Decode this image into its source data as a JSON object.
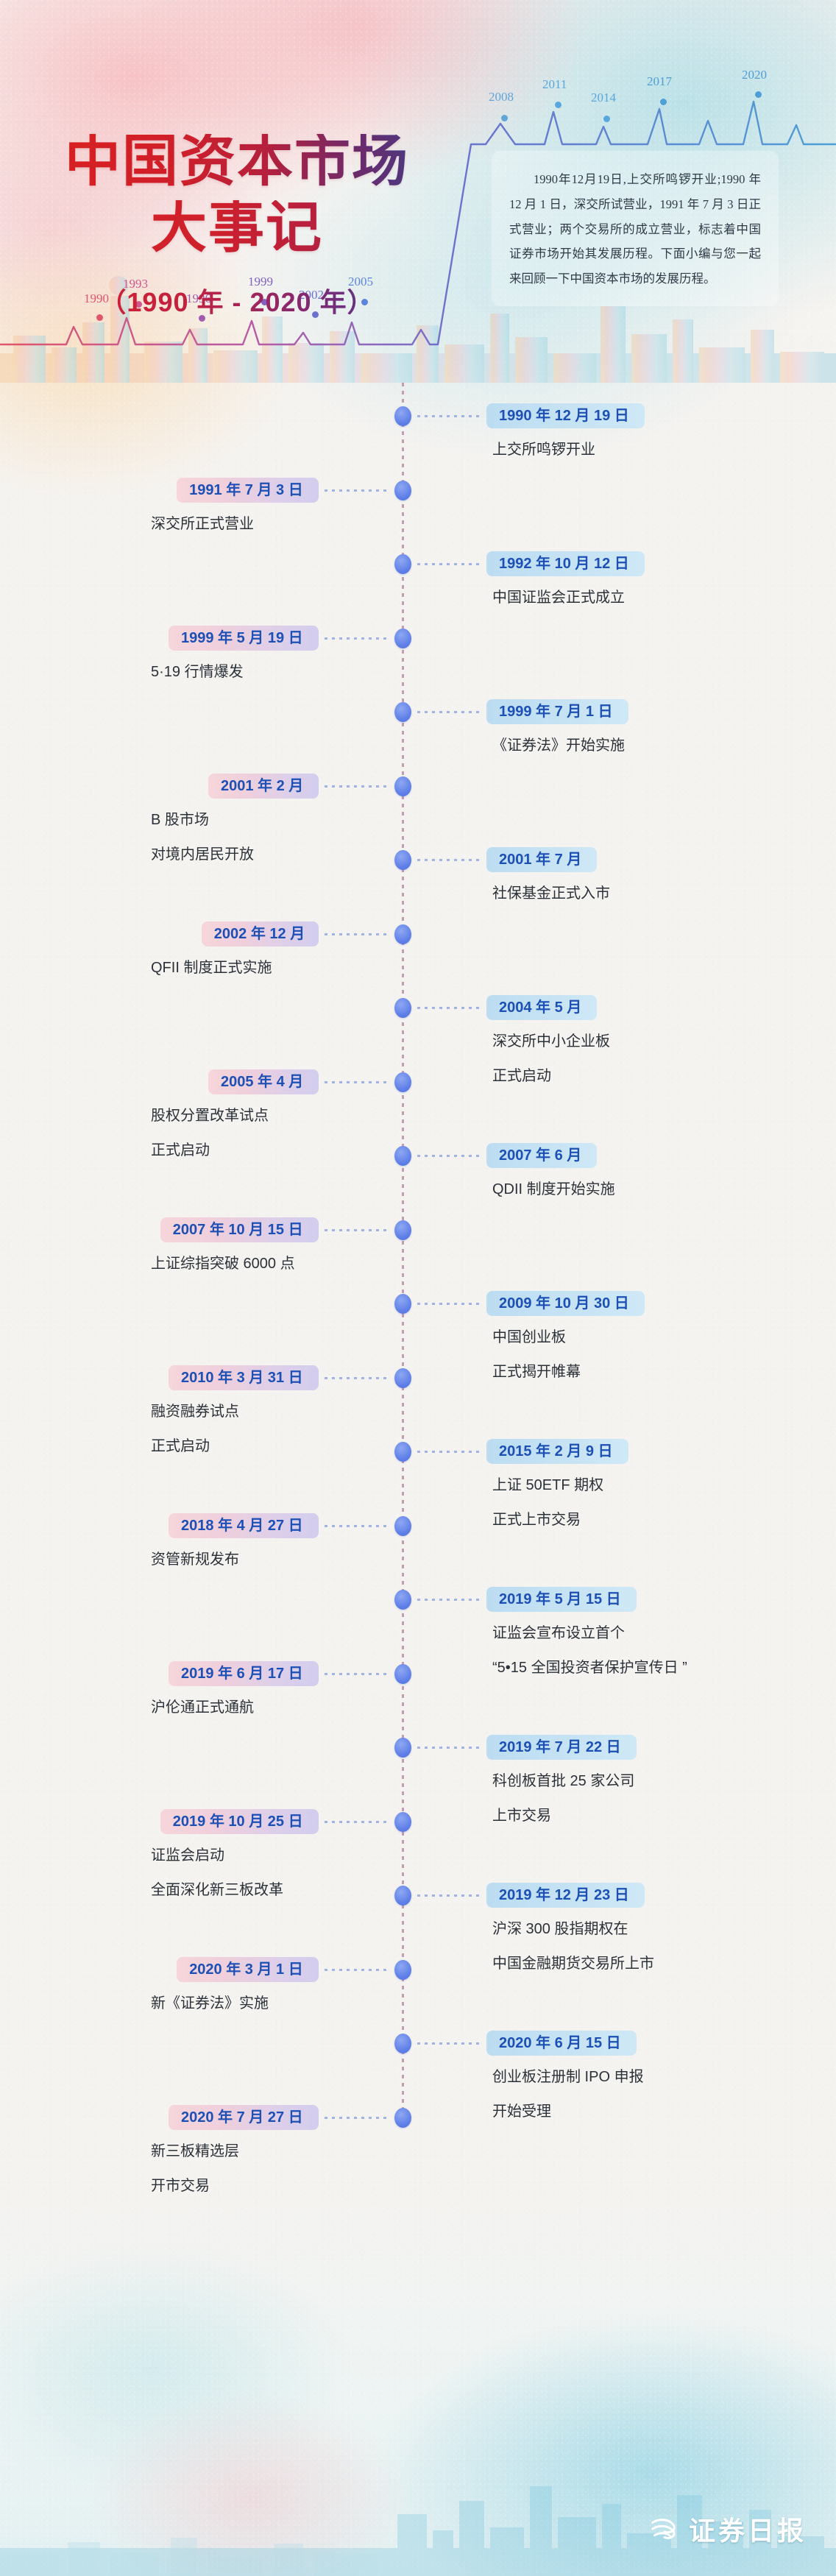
{
  "header": {
    "title_line1": "中国资本市场",
    "title_line2": "大事记",
    "title_range": "（1990 年 - 2020 年）",
    "intro_text": "1990年12月19日,上交所鸣锣开业;1990 年 12 月 1 日，深交所试营业，1991 年 7 月 3 日正式营业；两个交易所的成立营业，标志着中国证券市场开始其发展历程。下面小编与您一起来回顾一下中国资本市场的发展历程。",
    "year_marks": [
      {
        "year": "1990",
        "color": "#e0566b"
      },
      {
        "year": "1993",
        "color": "#d2568f"
      },
      {
        "year": "1996",
        "color": "#a25bb0"
      },
      {
        "year": "1999",
        "color": "#8162c0"
      },
      {
        "year": "2002",
        "color": "#6b72cf"
      },
      {
        "year": "2005",
        "color": "#5b84dd"
      },
      {
        "year": "2008",
        "color": "#5fa5d8"
      },
      {
        "year": "2011",
        "color": "#58a8dd"
      },
      {
        "year": "2014",
        "color": "#58a8dd"
      },
      {
        "year": "2017",
        "color": "#4e9fd6"
      },
      {
        "year": "2020",
        "color": "#4e9fd6"
      }
    ]
  },
  "timeline": {
    "events": [
      {
        "side": "right",
        "date": "1990 年 12 月 19 日",
        "lines": [
          "上交所鸣锣开业"
        ]
      },
      {
        "side": "left",
        "date": "1991 年 7 月 3 日",
        "lines": [
          "深交所正式营业"
        ]
      },
      {
        "side": "right",
        "date": "1992 年 10 月 12 日",
        "lines": [
          "中国证监会正式成立"
        ]
      },
      {
        "side": "left",
        "date": "1999 年 5 月 19 日",
        "lines": [
          "5·19 行情爆发"
        ]
      },
      {
        "side": "right",
        "date": "1999 年 7 月 1 日",
        "lines": [
          "《证券法》开始实施"
        ]
      },
      {
        "side": "left",
        "date": "2001 年 2 月",
        "lines": [
          "B 股市场",
          "对境内居民开放"
        ]
      },
      {
        "side": "right",
        "date": "2001 年 7 月",
        "lines": [
          "社保基金正式入市"
        ]
      },
      {
        "side": "left",
        "date": "2002 年 12 月",
        "lines": [
          "QFII 制度正式实施"
        ]
      },
      {
        "side": "right",
        "date": "2004 年 5 月",
        "lines": [
          "深交所中小企业板",
          "正式启动"
        ]
      },
      {
        "side": "left",
        "date": "2005 年 4 月",
        "lines": [
          "股权分置改革试点",
          "正式启动"
        ]
      },
      {
        "side": "right",
        "date": "2007 年 6 月",
        "lines": [
          "QDII 制度开始实施"
        ]
      },
      {
        "side": "left",
        "date": "2007 年 10 月 15 日",
        "lines": [
          "上证综指突破 6000 点"
        ]
      },
      {
        "side": "right",
        "date": "2009 年 10 月 30 日",
        "lines": [
          "中国创业板",
          "正式揭开帷幕"
        ]
      },
      {
        "side": "left",
        "date": "2010 年 3 月 31 日",
        "lines": [
          "融资融券试点",
          "正式启动"
        ]
      },
      {
        "side": "right",
        "date": "2015 年 2 月 9 日",
        "lines": [
          "上证 50ETF 期权",
          "正式上市交易"
        ]
      },
      {
        "side": "left",
        "date": "2018 年 4 月 27 日",
        "lines": [
          "资管新规发布"
        ]
      },
      {
        "side": "right",
        "date": "2019 年 5 月 15 日",
        "lines": [
          "证监会宣布设立首个",
          "“5•15 全国投资者保护宣传日 ”"
        ]
      },
      {
        "side": "left",
        "date": "2019 年 6 月 17 日",
        "lines": [
          "沪伦通正式通航"
        ]
      },
      {
        "side": "right",
        "date": "2019 年 7 月 22 日",
        "lines": [
          "科创板首批 25 家公司",
          "上市交易"
        ]
      },
      {
        "side": "left",
        "date": "2019 年 10 月 25 日",
        "lines": [
          "证监会启动",
          "全面深化新三板改革"
        ]
      },
      {
        "side": "right",
        "date": "2019 年 12 月 23 日",
        "lines": [
          "沪深 300 股指期权在",
          "中国金融期货交易所上市"
        ]
      },
      {
        "side": "left",
        "date": "2020 年 3 月 1 日",
        "lines": [
          "新《证券法》实施"
        ]
      },
      {
        "side": "right",
        "date": "2020 年 6 月 15 日",
        "lines": [
          "创业板注册制 IPO 申报",
          "开始受理"
        ]
      },
      {
        "side": "left",
        "date": "2020 年 7 月 27 日",
        "lines": [
          "新三板精选层",
          "开市交易"
        ]
      }
    ]
  },
  "footer": {
    "publisher": "证券日报",
    "logo_icon": "swirl-wave-logo"
  },
  "colors": {
    "badge_left_start": "#f6d6da",
    "badge_left_end": "#d2cdee",
    "badge_right_start": "#bcdcf2",
    "badge_right_end": "#cfe8f6",
    "badge_text": "#1c50b5",
    "node": "#6080e8",
    "spine": "#c79bb4",
    "title_red": "#e0201f",
    "title_blue": "#3a3f8f",
    "body_text": "#2b3138"
  }
}
